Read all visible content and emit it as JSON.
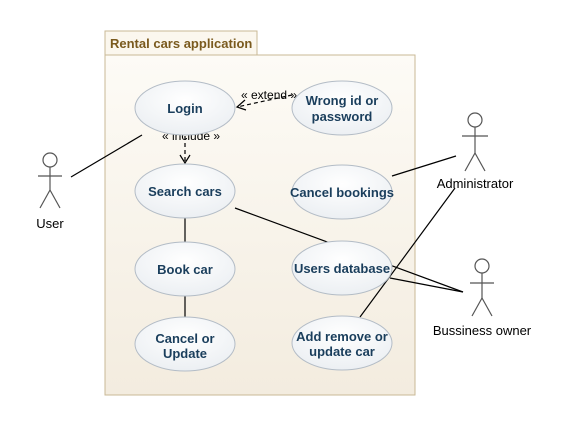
{
  "system": {
    "title": "Rental cars application"
  },
  "use_cases": {
    "login": [
      "Login"
    ],
    "wrong_id": [
      "Wrong id or",
      "password"
    ],
    "search_cars": [
      "Search cars"
    ],
    "cancel_bookings": [
      "Cancel bookings"
    ],
    "book_car": [
      "Book car"
    ],
    "users_database": [
      "Users database"
    ],
    "cancel_update": [
      "Cancel or",
      "Update"
    ],
    "add_remove": [
      "Add remove or",
      "update car"
    ]
  },
  "actors": {
    "user": "User",
    "administrator": "Administrator",
    "business_owner": "Bussiness owner"
  },
  "relations": {
    "extend": "« extend »",
    "include": "« include »"
  }
}
